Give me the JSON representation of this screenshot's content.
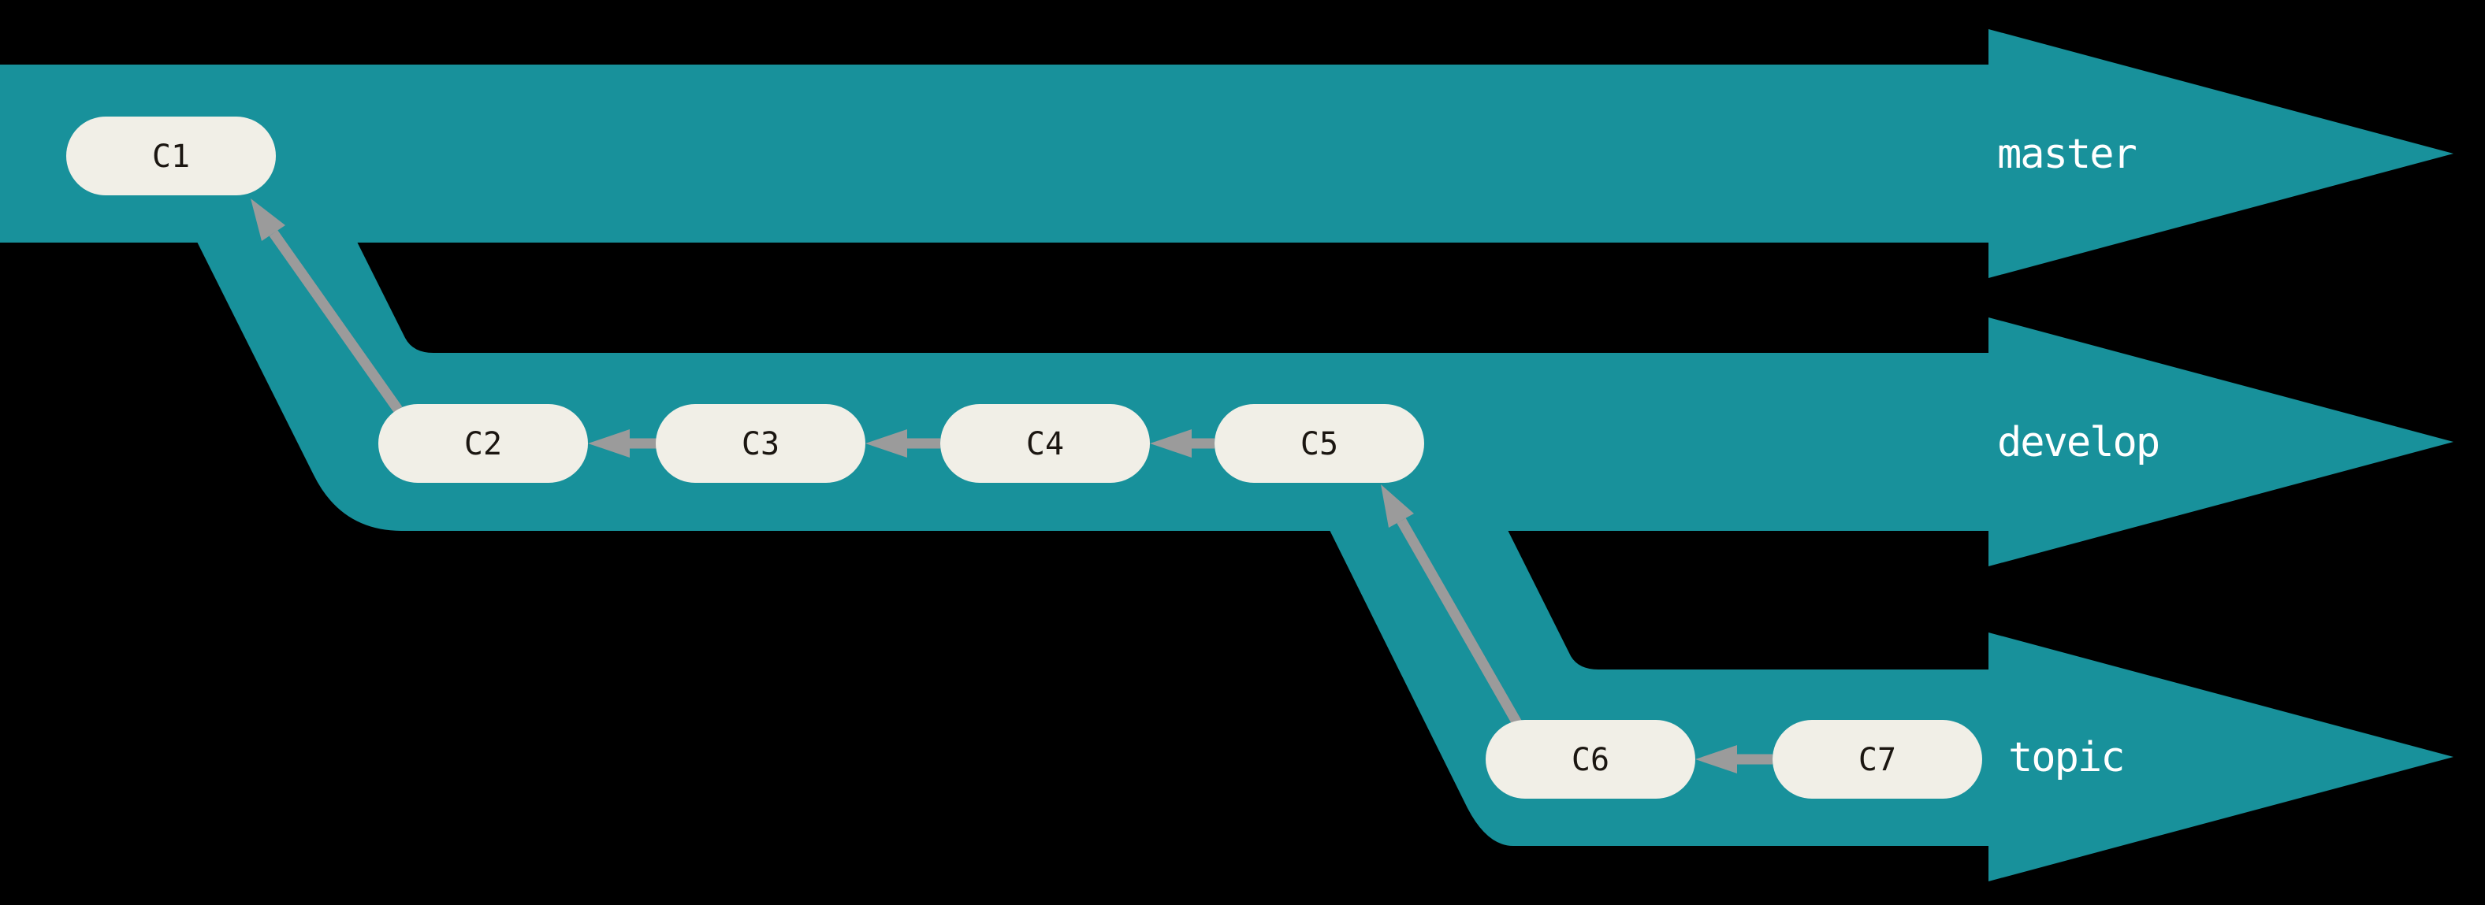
{
  "figure": {
    "type": "git-branch-flow-diagram",
    "background_color": "#000000",
    "band_color": "#18919B",
    "node_fill_color": "#F1EFE7",
    "node_text_color": "#1B1611",
    "arrow_color": "#9B9B9B",
    "branch_label_color": "#FFFFFF"
  },
  "branches": {
    "master": {
      "label": "master",
      "commits": [
        "C1"
      ]
    },
    "develop": {
      "label": "develop",
      "commits": [
        "C2",
        "C3",
        "C4",
        "C5"
      ]
    },
    "topic": {
      "label": "topic",
      "commits": [
        "C6",
        "C7"
      ]
    }
  },
  "commits": {
    "c1": "C1",
    "c2": "C2",
    "c3": "C3",
    "c4": "C4",
    "c5": "C5",
    "c6": "C6",
    "c7": "C7"
  },
  "edges": [
    {
      "from": "C2",
      "to": "C1"
    },
    {
      "from": "C3",
      "to": "C2"
    },
    {
      "from": "C4",
      "to": "C3"
    },
    {
      "from": "C5",
      "to": "C4"
    },
    {
      "from": "C6",
      "to": "C5"
    },
    {
      "from": "C7",
      "to": "C6"
    }
  ]
}
